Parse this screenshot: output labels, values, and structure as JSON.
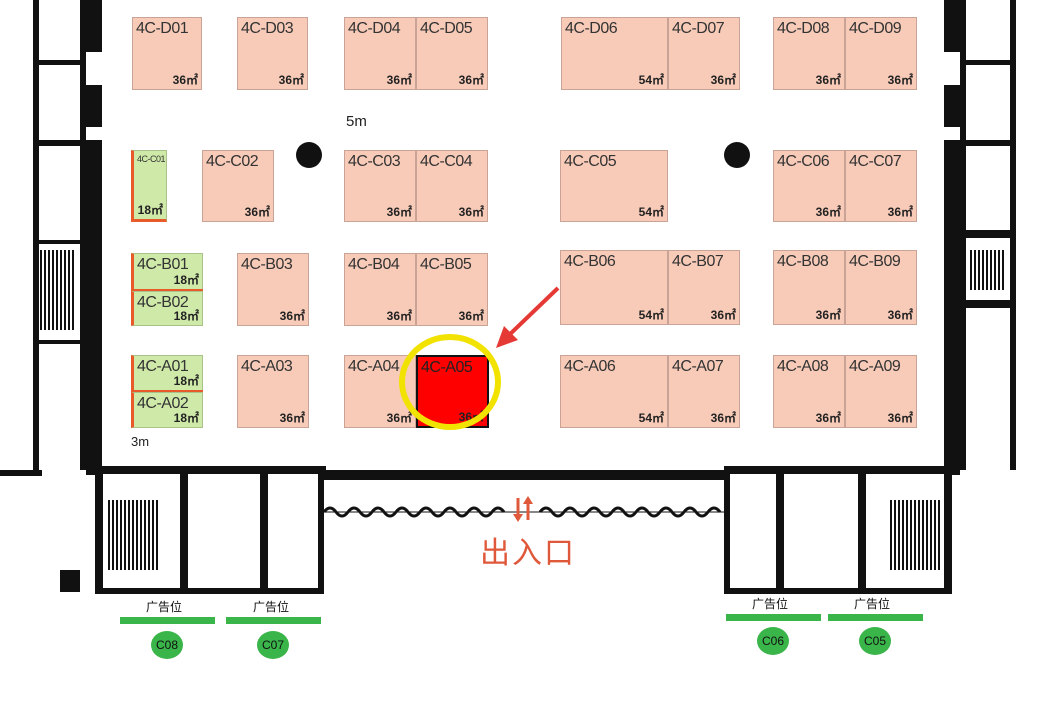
{
  "colors": {
    "booth": "#f8cbb8",
    "booth_small": "#cfe9a8",
    "selected": "#ff0000",
    "highlight_ring": "#f2e200",
    "arrow": "#e53935",
    "entrance": "#e0583a",
    "ad": "#39b54a"
  },
  "booths": {
    "D01": {
      "code": "4C-D01",
      "area": "36㎡"
    },
    "D03": {
      "code": "4C-D03",
      "area": "36㎡"
    },
    "D04": {
      "code": "4C-D04",
      "area": "36㎡"
    },
    "D05": {
      "code": "4C-D05",
      "area": "36㎡"
    },
    "D06": {
      "code": "4C-D06",
      "area": "54㎡"
    },
    "D07": {
      "code": "4C-D07",
      "area": "36㎡"
    },
    "D08": {
      "code": "4C-D08",
      "area": "36㎡"
    },
    "D09": {
      "code": "4C-D09",
      "area": "36㎡"
    },
    "C01": {
      "code": "4C-C01",
      "area": "18㎡"
    },
    "C02": {
      "code": "4C-C02",
      "area": "36㎡"
    },
    "C03": {
      "code": "4C-C03",
      "area": "36㎡"
    },
    "C04": {
      "code": "4C-C04",
      "area": "36㎡"
    },
    "C05": {
      "code": "4C-C05",
      "area": "54㎡"
    },
    "C06": {
      "code": "4C-C06",
      "area": "36㎡"
    },
    "C07": {
      "code": "4C-C07",
      "area": "36㎡"
    },
    "B01": {
      "code": "4C-B01",
      "area": "18㎡"
    },
    "B02": {
      "code": "4C-B02",
      "area": "18㎡"
    },
    "B03": {
      "code": "4C-B03",
      "area": "36㎡"
    },
    "B04": {
      "code": "4C-B04",
      "area": "36㎡"
    },
    "B05": {
      "code": "4C-B05",
      "area": "36㎡"
    },
    "B06": {
      "code": "4C-B06",
      "area": "54㎡"
    },
    "B07": {
      "code": "4C-B07",
      "area": "36㎡"
    },
    "B08": {
      "code": "4C-B08",
      "area": "36㎡"
    },
    "B09": {
      "code": "4C-B09",
      "area": "36㎡"
    },
    "A01": {
      "code": "4C-A01",
      "area": "18㎡"
    },
    "A02": {
      "code": "4C-A02",
      "area": "18㎡"
    },
    "A03": {
      "code": "4C-A03",
      "area": "36㎡"
    },
    "A04": {
      "code": "4C-A04",
      "area": "36㎡"
    },
    "A05": {
      "code": "4C-A05",
      "area": "36㎡"
    },
    "A06": {
      "code": "4C-A06",
      "area": "54㎡"
    },
    "A07": {
      "code": "4C-A07",
      "area": "36㎡"
    },
    "A08": {
      "code": "4C-A08",
      "area": "36㎡"
    },
    "A09": {
      "code": "4C-A09",
      "area": "36㎡"
    }
  },
  "dimensions": {
    "aisle_5m": "5m",
    "aisle_3m": "3m"
  },
  "entrance": {
    "label": "出入口"
  },
  "ads": [
    {
      "label": "广告位",
      "code": "C08"
    },
    {
      "label": "广告位",
      "code": "C07"
    },
    {
      "label": "广告位",
      "code": "C06"
    },
    {
      "label": "广告位",
      "code": "C05"
    }
  ]
}
